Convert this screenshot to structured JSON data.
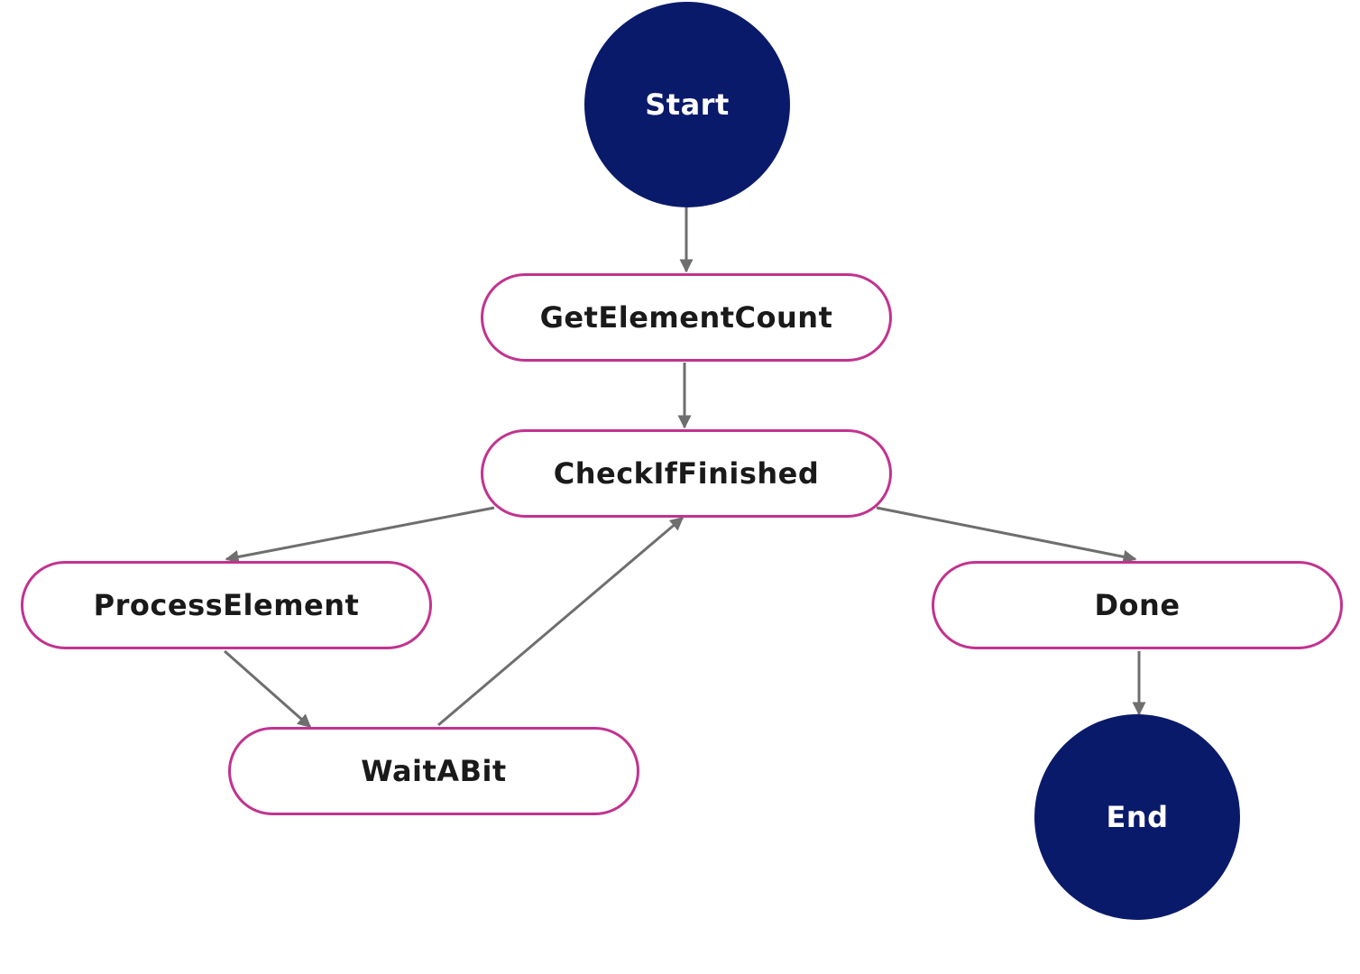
{
  "diagram": {
    "colors": {
      "terminal_fill": "#0a1a6b",
      "terminal_text": "#ffffff",
      "state_border": "#c2328f",
      "state_fill": "#ffffff",
      "state_text": "#1a1a1a",
      "edge": "#6e6e6e"
    },
    "nodes": [
      {
        "id": "start",
        "kind": "terminal",
        "label": "Start"
      },
      {
        "id": "get-element-count",
        "kind": "state",
        "label": "GetElementCount"
      },
      {
        "id": "check-if-finished",
        "kind": "state",
        "label": "CheckIfFinished"
      },
      {
        "id": "process-element",
        "kind": "state",
        "label": "ProcessElement"
      },
      {
        "id": "wait-a-bit",
        "kind": "state",
        "label": "WaitABit"
      },
      {
        "id": "done",
        "kind": "state",
        "label": "Done"
      },
      {
        "id": "end",
        "kind": "terminal",
        "label": "End"
      }
    ],
    "edges": [
      {
        "from": "start",
        "to": "get-element-count"
      },
      {
        "from": "get-element-count",
        "to": "check-if-finished"
      },
      {
        "from": "check-if-finished",
        "to": "process-element"
      },
      {
        "from": "check-if-finished",
        "to": "done"
      },
      {
        "from": "process-element",
        "to": "wait-a-bit"
      },
      {
        "from": "wait-a-bit",
        "to": "check-if-finished"
      },
      {
        "from": "done",
        "to": "end"
      }
    ]
  }
}
